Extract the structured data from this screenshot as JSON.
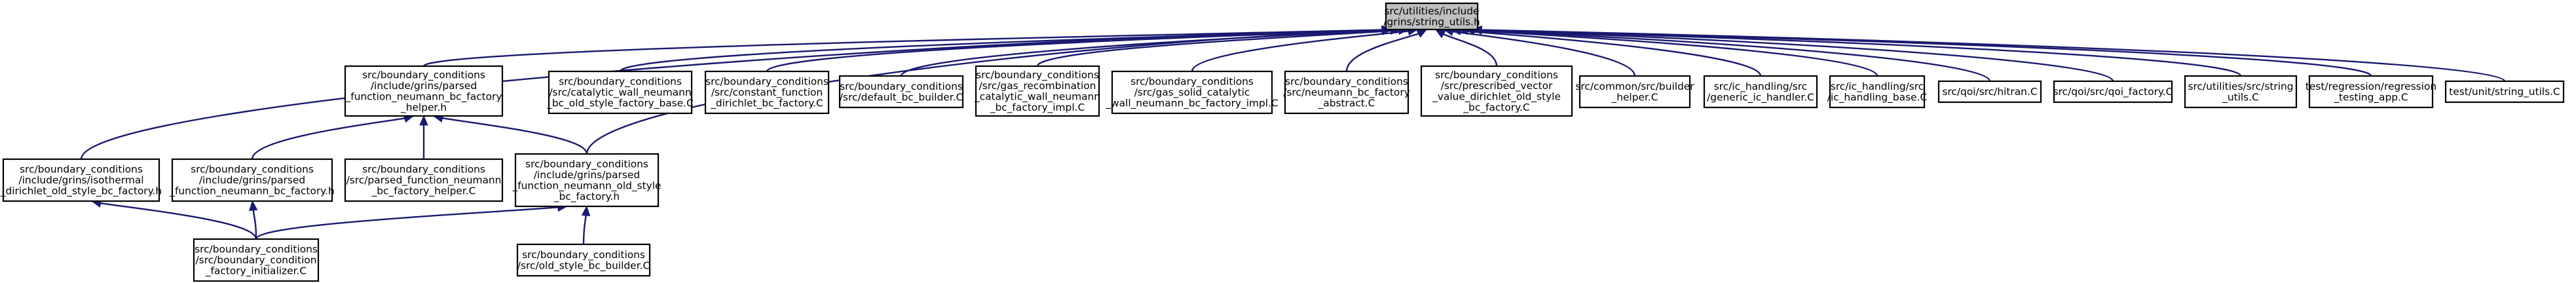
{
  "colors": {
    "edge": "#191970",
    "root_fill": "#bfbfbf",
    "node_fill": "#ffffff",
    "border": "#000000"
  },
  "root": {
    "id": "root",
    "lines": [
      "src/utilities/include",
      "/grins/string_utils.h"
    ]
  },
  "nodes": [
    {
      "id": "n1",
      "lines": [
        "src/boundary_conditions",
        "/include/grins/parsed",
        "_function_neumann_bc_factory",
        "_helper.h"
      ]
    },
    {
      "id": "n2",
      "lines": [
        "src/boundary_conditions",
        "/src/catalytic_wall_neumann",
        "_bc_old_style_factory_base.C"
      ]
    },
    {
      "id": "n3",
      "lines": [
        "src/boundary_conditions",
        "/src/constant_function",
        "_dirichlet_bc_factory.C"
      ]
    },
    {
      "id": "n4",
      "lines": [
        "src/boundary_conditions",
        "/src/default_bc_builder.C"
      ]
    },
    {
      "id": "n5",
      "lines": [
        "src/boundary_conditions",
        "/src/gas_recombination",
        "_catalytic_wall_neumann",
        "_bc_factory_impl.C"
      ]
    },
    {
      "id": "n6",
      "lines": [
        "src/boundary_conditions",
        "/src/gas_solid_catalytic",
        "_wall_neumann_bc_factory_impl.C"
      ]
    },
    {
      "id": "n7",
      "lines": [
        "src/boundary_conditions",
        "/src/neumann_bc_factory",
        "_abstract.C"
      ]
    },
    {
      "id": "n8",
      "lines": [
        "src/boundary_conditions",
        "/src/prescribed_vector",
        "_value_dirichlet_old_style",
        "_bc_factory.C"
      ]
    },
    {
      "id": "n9",
      "lines": [
        "src/common/src/builder",
        "_helper.C"
      ]
    },
    {
      "id": "n10",
      "lines": [
        "src/ic_handling/src",
        "/generic_ic_handler.C"
      ]
    },
    {
      "id": "n11",
      "lines": [
        "src/ic_handling/src",
        "/ic_handling_base.C"
      ]
    },
    {
      "id": "n12",
      "lines": [
        "src/qoi/src/hitran.C"
      ]
    },
    {
      "id": "n13",
      "lines": [
        "src/qoi/src/qoi_factory.C"
      ]
    },
    {
      "id": "n14",
      "lines": [
        "src/utilities/src/string",
        "_utils.C"
      ]
    },
    {
      "id": "n15",
      "lines": [
        "test/regression/regression",
        "_testing_app.C"
      ]
    },
    {
      "id": "n16",
      "lines": [
        "test/unit/string_utils.C"
      ]
    },
    {
      "id": "n17",
      "lines": [
        "src/boundary_conditions",
        "/include/grins/isothermal",
        "_dirichlet_old_style_bc_factory.h"
      ]
    },
    {
      "id": "n18",
      "lines": [
        "src/boundary_conditions",
        "/include/grins/parsed",
        "_function_neumann_bc_factory.h"
      ]
    },
    {
      "id": "n19",
      "lines": [
        "src/boundary_conditions",
        "/src/parsed_function_neumann",
        "_bc_factory_helper.C"
      ]
    },
    {
      "id": "n20",
      "lines": [
        "src/boundary_conditions",
        "/include/grins/parsed",
        "_function_neumann_old_style",
        "_bc_factory.h"
      ]
    },
    {
      "id": "n21",
      "lines": [
        "src/boundary_conditions",
        "/src/boundary_condition",
        "_factory_initializer.C"
      ]
    },
    {
      "id": "n22",
      "lines": [
        "src/boundary_conditions",
        "/src/old_style_bc_builder.C"
      ]
    }
  ]
}
